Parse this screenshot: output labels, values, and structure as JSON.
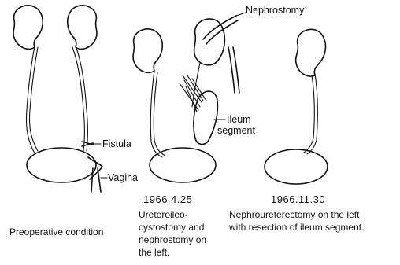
{
  "labels": {
    "nephrostomy": "Nephrostomy",
    "ileum_line1": "Ileum",
    "ileum_line2": "segment",
    "fistula": "Fistula",
    "vagina": "Vagina"
  },
  "dates": {
    "second": "1966.4.25",
    "third": "1966.11.30"
  },
  "captions": {
    "first": [
      "Preoperative condition"
    ],
    "second": [
      "Ureteroileo-",
      "cystostomy and",
      "nephrostomy on",
      "the left."
    ],
    "third": [
      "Nephroureterectomy on the left",
      "with resection of ileum segment."
    ]
  }
}
